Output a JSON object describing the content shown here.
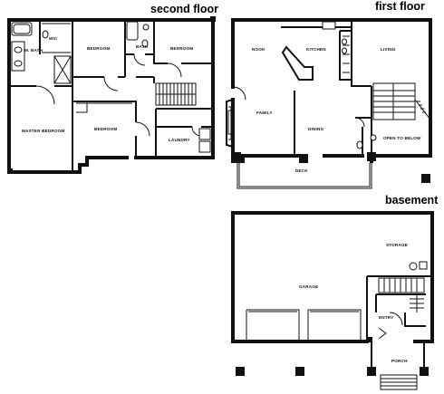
{
  "titles": {
    "second_floor": "second floor",
    "first_floor": "first floor",
    "basement": "basement"
  },
  "second_floor_rooms": {
    "master_bath": "M. BATH",
    "wic": "WIC",
    "bedroom_top_left": "BEDROOM",
    "bath": "BATH",
    "bedroom_top_right": "BEDROOM",
    "master_bedroom": "MASTER BEDROOM",
    "bedroom_bottom": "BEDROOM",
    "laundry": "LAUNDRY"
  },
  "first_floor_rooms": {
    "nook": "NOOK",
    "kitchen": "KITCHEN",
    "living": "LIVING",
    "family": "FAMILY",
    "dining": "DINING",
    "open_to_below": "OPEN TO BELOW",
    "deck": "DECK"
  },
  "basement_rooms": {
    "storage": "STORAGE",
    "garage": "GARAGE",
    "entry": "ENTRY",
    "porch": "PORCH"
  }
}
